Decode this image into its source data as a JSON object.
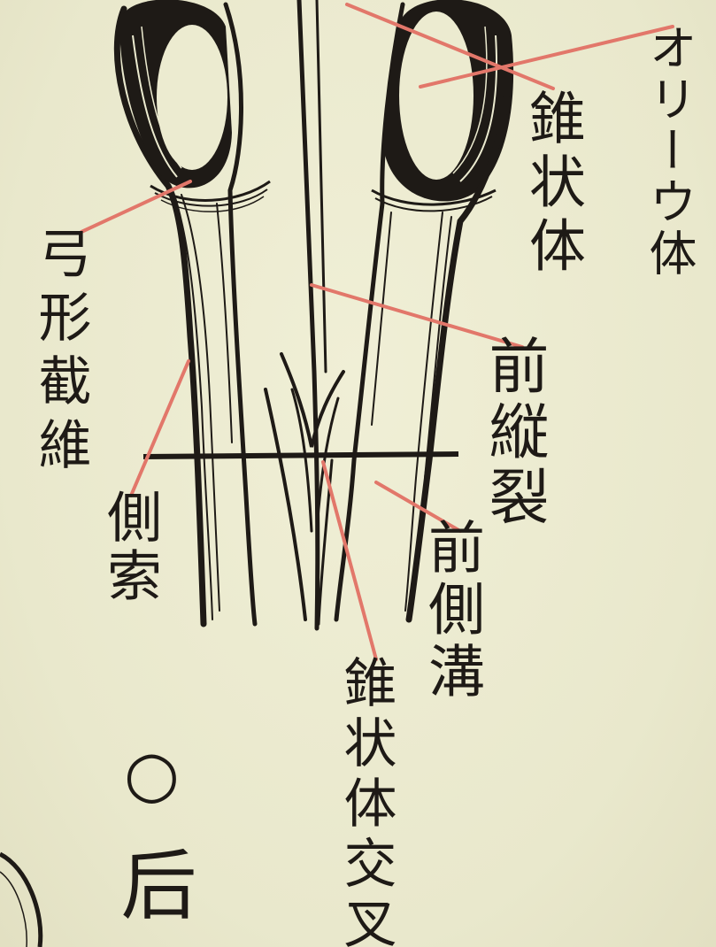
{
  "colors": {
    "paper": "#ecebd0",
    "ink": "#1e1a16",
    "leader_line": "#e2776a"
  },
  "labels": {
    "olive_body": "オリーウ体",
    "pyramid": "錐状体",
    "arcuate_fibers": "弓形截維",
    "anterior_median_fissure": "前縦裂",
    "lateral_funiculus": "側索",
    "anterolateral_sulcus": "前側溝",
    "pyramidal_decussation": "錐状体交叉",
    "section_mark": "○",
    "next_section_partial": "后"
  }
}
